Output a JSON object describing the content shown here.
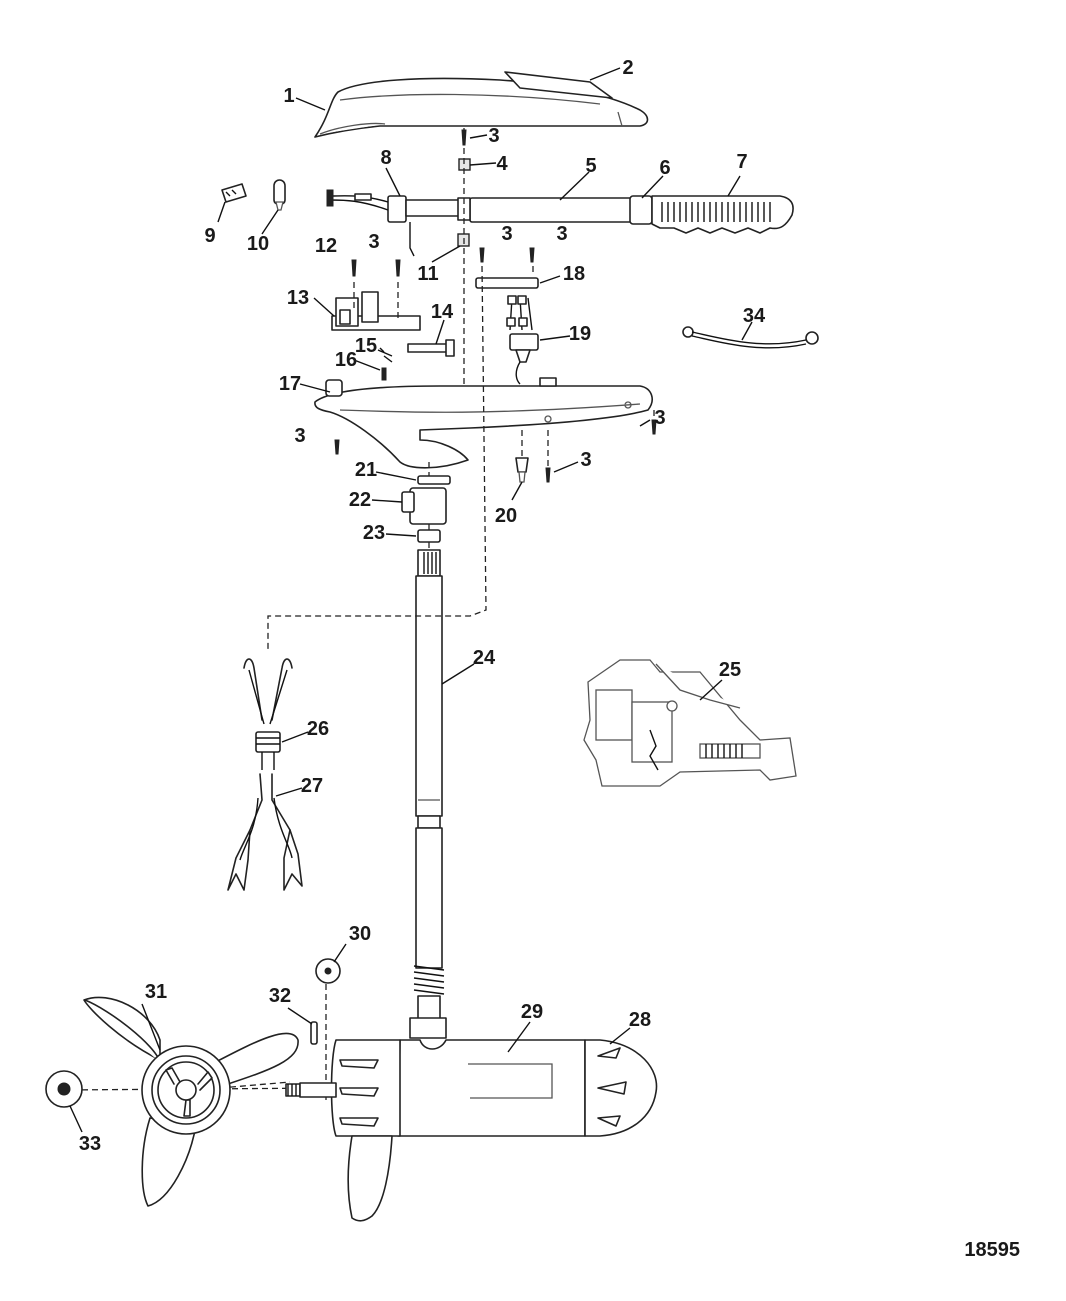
{
  "figure_number": "18595",
  "callouts": {
    "c1": "1",
    "c2": "2",
    "c3a": "3",
    "c4": "4",
    "c5": "5",
    "c6": "6",
    "c7": "7",
    "c8": "8",
    "c9": "9",
    "c10": "10",
    "c11": "11",
    "c3b": "3",
    "c3c": "3",
    "c12": "12",
    "c3d": "3",
    "c18": "18",
    "c13": "13",
    "c14": "14",
    "c19": "19",
    "c34": "34",
    "c15": "15",
    "c16": "16",
    "c17": "17",
    "c3e": "3",
    "c3f": "3",
    "c21": "21",
    "c3g": "3",
    "c22": "22",
    "c20": "20",
    "c23": "23",
    "c24": "24",
    "c25": "25",
    "c26": "26",
    "c27": "27",
    "c30": "30",
    "c31": "31",
    "c32": "32",
    "c29": "29",
    "c28": "28",
    "c33": "33"
  }
}
